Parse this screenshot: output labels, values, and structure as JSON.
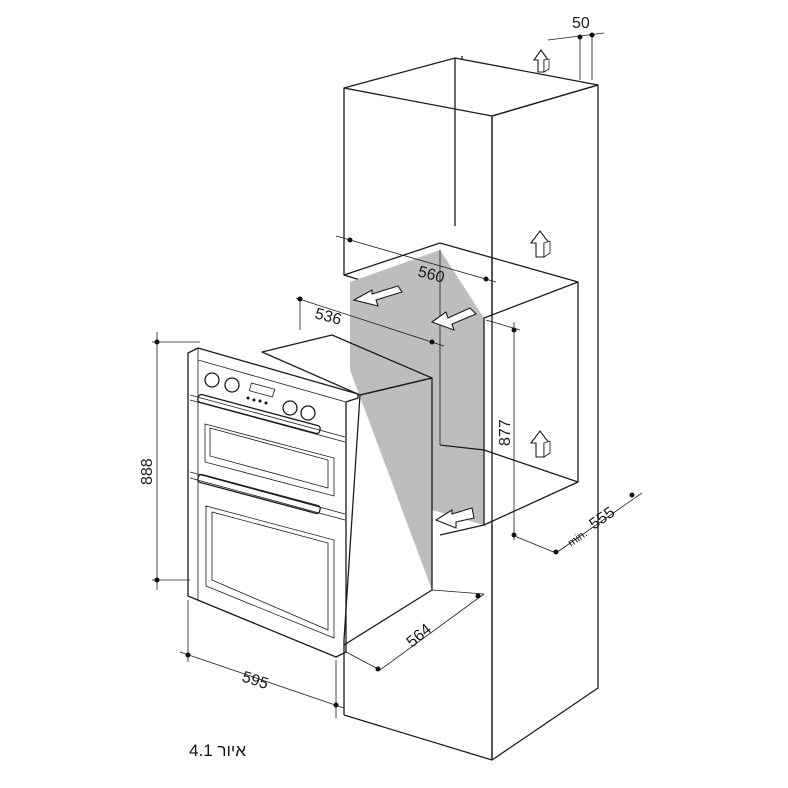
{
  "caption": "איור 4.1",
  "dimensions": {
    "top_gap": "50",
    "cabinet_width": "560",
    "inner_width": "536",
    "height_877": "877",
    "min_label": "min.",
    "depth_555": "555",
    "oven_height": "888",
    "oven_depth": "564",
    "oven_width": "595"
  },
  "colors": {
    "line": "#1c1c1c",
    "cavity": "#bdbdbd",
    "background": "#ffffff"
  },
  "icons": [
    "arrow-up-icon",
    "arrow-up-icon",
    "arrow-up-icon",
    "airflow-arrow-icon",
    "airflow-arrow-icon",
    "airflow-arrow-icon"
  ]
}
